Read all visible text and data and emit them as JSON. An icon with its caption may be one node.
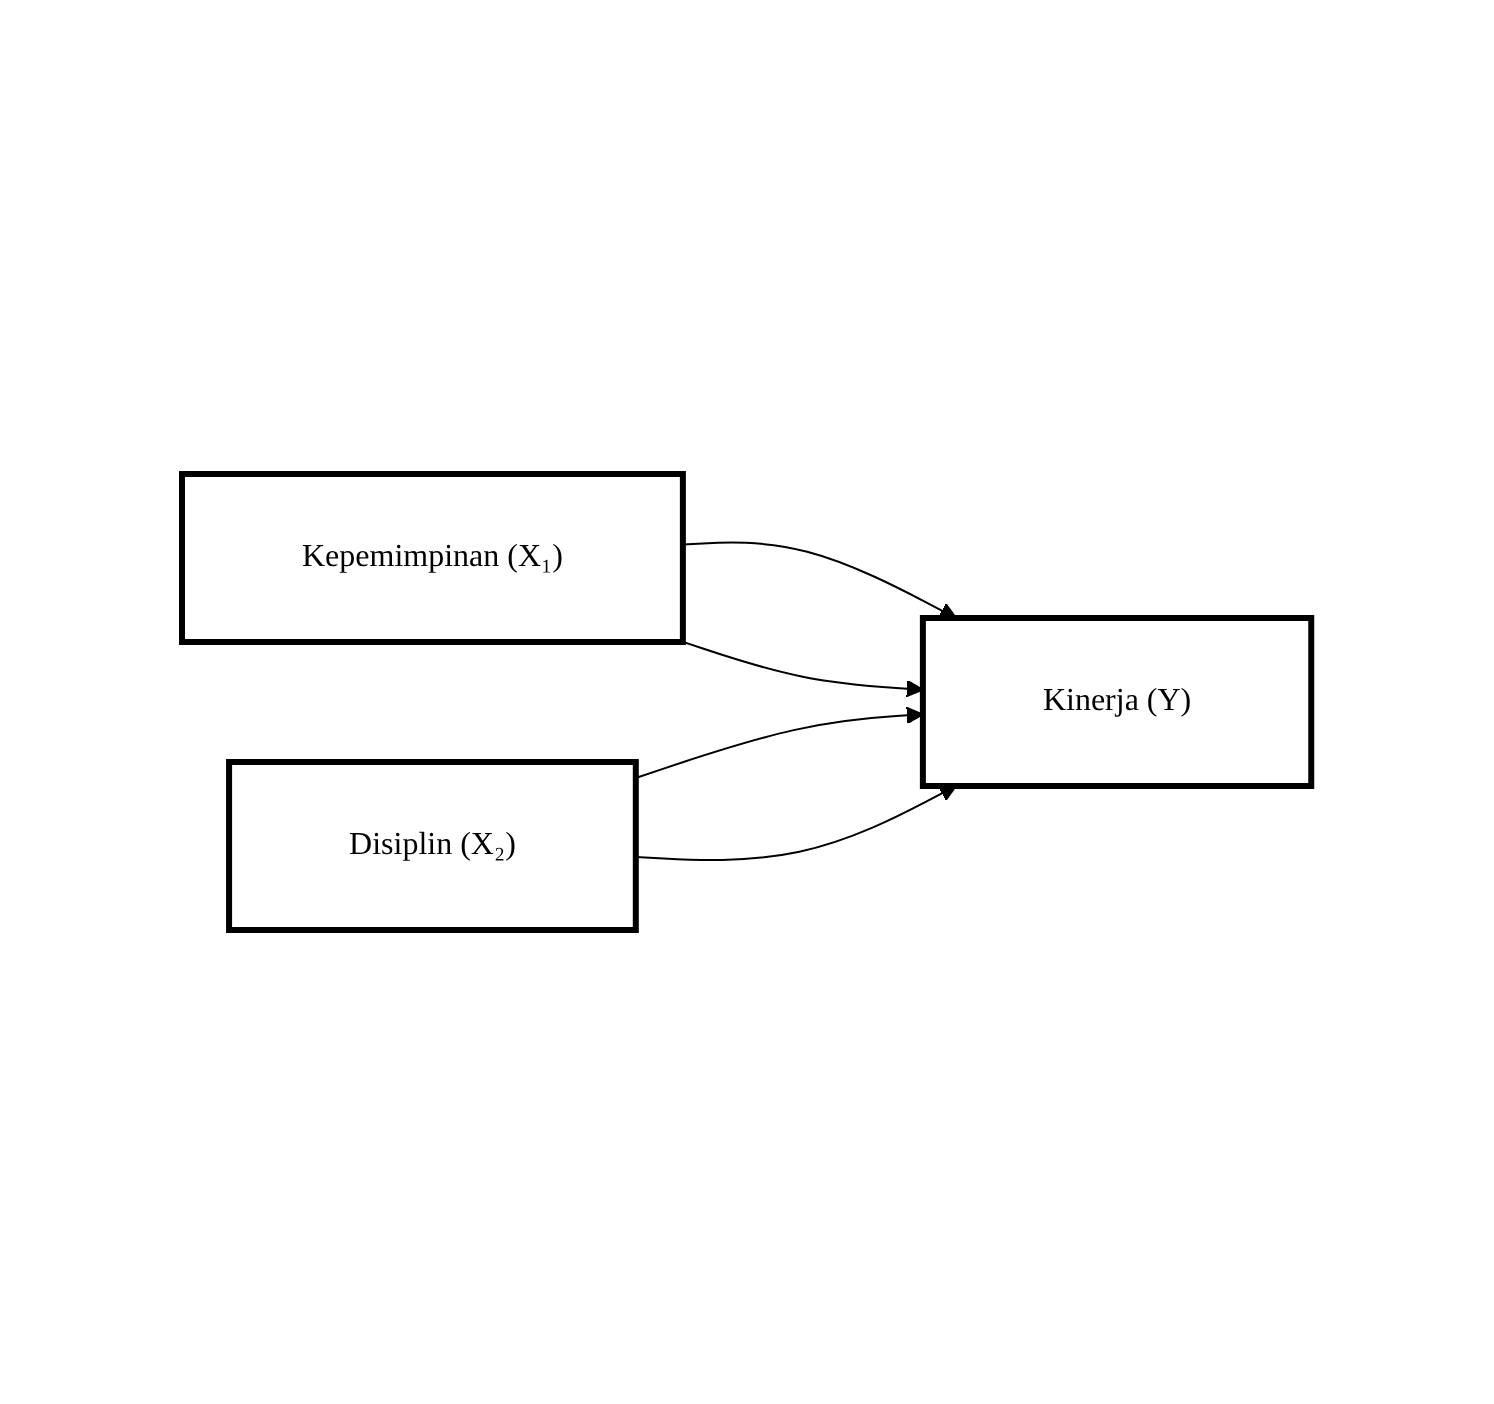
{
  "diagram": {
    "nodes": [
      {
        "text": [
          "Kepemimpinan (X₁)"
        ]
      },
      {
        "text": [
          "Kinerja (Y)"
        ]
      },
      {
        "text": [
          "Disiplin (X₂)"
        ]
      }
    ],
    "edges": [
      {
        "from": 0,
        "to": 1,
        "arrow": "to"
      },
      {
        "from": 0,
        "to": 1,
        "arrow": "to"
      },
      {
        "from": 2,
        "to": 1,
        "arrow": "to"
      },
      {
        "from": 2,
        "to": 1,
        "arrow": "to"
      }
    ]
  }
}
